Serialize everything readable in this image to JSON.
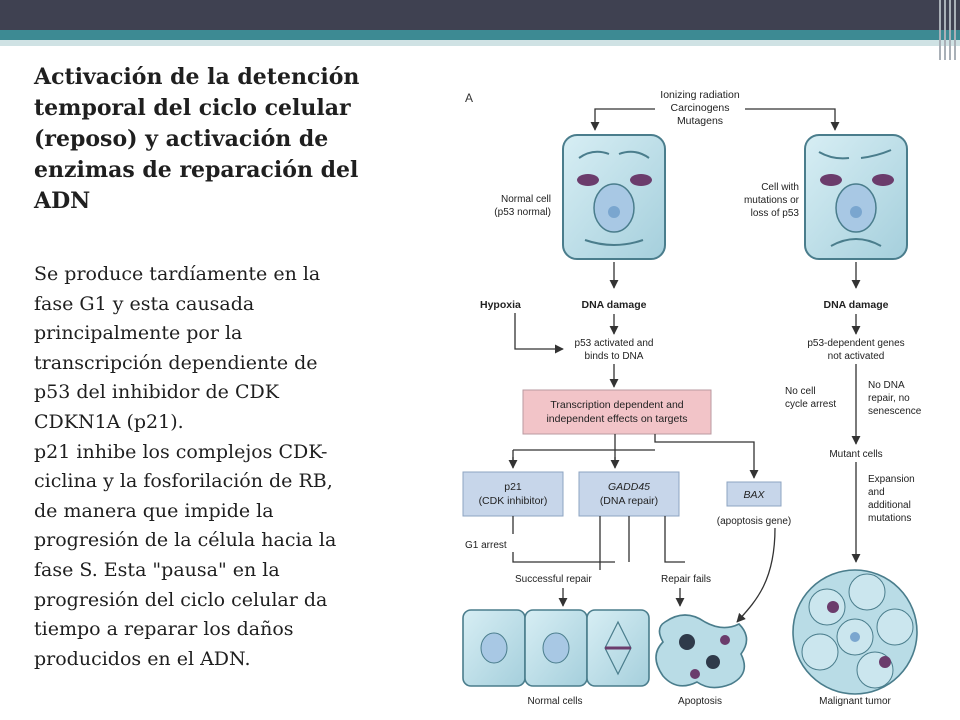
{
  "slide": {
    "title": "Activación de la detención\ntemporal del ciclo celular\n(reposo) y activación de\nenzimas de reparación del\nADN",
    "body": "Se produce tardíamente en la\nfase G1 y esta causada\nprincipalmente por la\ntranscripción dependiente de\np53 del inhibidor de CDK\nCDKN1A (p21).\n p21 inhibe los complejos CDK-\nciclina y la fosforilación de RB,\nde manera que impide la\nprogresión de la célula hacia la\nfase S. Esta \"pausa\" en la\nprogresión del ciclo celular da\ntiempo a reparar los daños\nproducidos en el ADN."
  },
  "figure": {
    "panel_label": "A",
    "source_label": [
      "Ionizing radiation",
      "Carcinogens",
      "Mutagens"
    ],
    "normal_cell_label": [
      "Normal cell",
      "(p53 normal)"
    ],
    "mutant_cell_label": [
      "Cell with",
      "mutations or",
      "loss of p53"
    ],
    "hypoxia": "Hypoxia",
    "dna_damage_left": "DNA damage",
    "dna_damage_right": "DNA damage",
    "p53_activated": [
      "p53 activated and",
      "binds to DNA"
    ],
    "p53_not_activated": [
      "p53-dependent genes",
      "not activated"
    ],
    "transcription_box": [
      "Transcription dependent and",
      "independent effects on targets"
    ],
    "no_arrest": [
      "No cell",
      "cycle arrest"
    ],
    "no_repair": [
      "No DNA",
      "repair, no",
      "senescence"
    ],
    "mutant_cells": "Mutant cells",
    "expansion": [
      "Expansion",
      "and",
      "additional",
      "mutations"
    ],
    "p21_box": [
      "p21",
      "(CDK inhibitor)"
    ],
    "gadd45_box": [
      "GADD45",
      "(DNA repair)"
    ],
    "bax_box": "BAX",
    "bax_note": "(apoptosis gene)",
    "g1_arrest": "G1 arrest",
    "successful_repair": "Successful repair",
    "repair_fails": "Repair fails",
    "normal_cells": "Normal cells",
    "apoptosis": "Apoptosis",
    "malignant_tumor": "Malignant tumor"
  },
  "colors": {
    "header_dark": "#3f4151",
    "header_teal": "#3d8a93",
    "cell_fill": "#b9dce6",
    "box_pink": "#f2c4c8",
    "box_blue": "#c7d6ea",
    "arrow": "#333333"
  }
}
